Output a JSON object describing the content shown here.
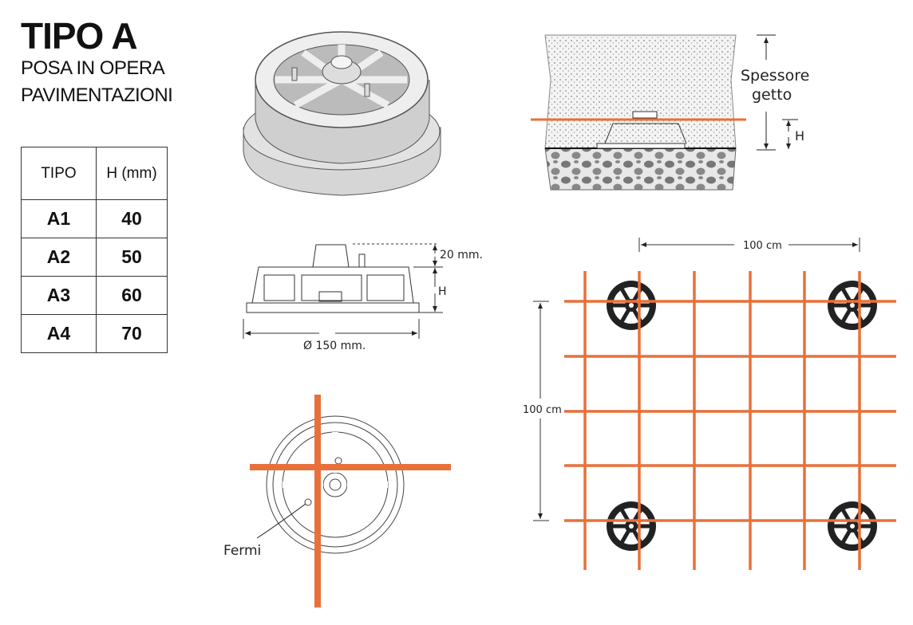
{
  "header": {
    "title": "TIPO A",
    "subtitle_line1": "POSA IN OPERA",
    "subtitle_line2": "PAVIMENTAZIONI"
  },
  "table": {
    "columns": [
      "TIPO",
      "H (mm)"
    ],
    "rows": [
      {
        "tipo": "A1",
        "h": "40"
      },
      {
        "tipo": "A2",
        "h": "50"
      },
      {
        "tipo": "A3",
        "h": "60"
      },
      {
        "tipo": "A4",
        "h": "70"
      }
    ]
  },
  "section_diagram": {
    "thickness_label_1": "Spessore",
    "thickness_label_2": "getto",
    "height_label": "H"
  },
  "profile_diagram": {
    "top_dim": "20 mm.",
    "height_label": "H",
    "diameter": "Ø 150 mm."
  },
  "plan_diagram": {
    "stops_label": "Fermi"
  },
  "grid_diagram": {
    "horizontal_spacing": "100 cm",
    "vertical_spacing": "100 cm"
  },
  "colors": {
    "rebar": "#e8703a",
    "ink": "#222222"
  }
}
